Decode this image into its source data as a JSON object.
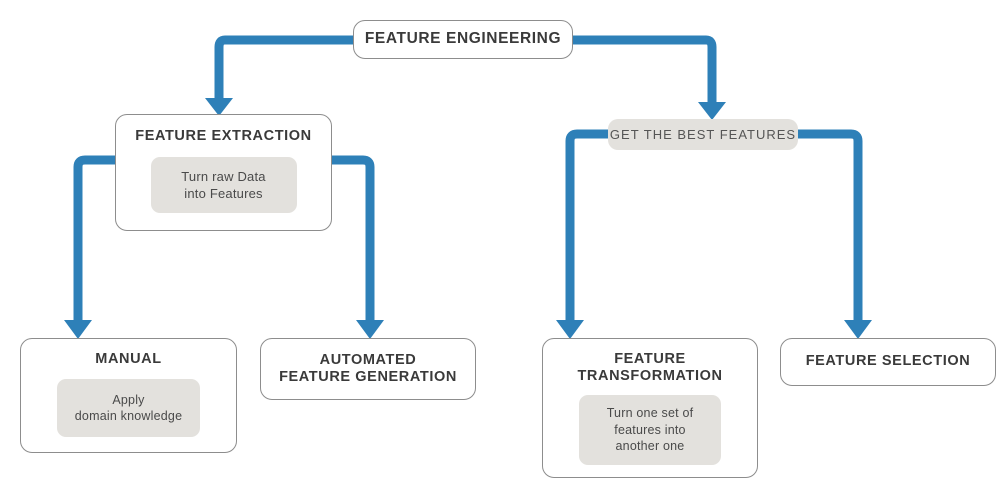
{
  "diagram": {
    "type": "flowchart",
    "orientation": "top-down",
    "colors": {
      "connector_blue": "#2E80B8",
      "sub_box_grey": "#E3E1DD",
      "box_border_grey": "#8D8D8D",
      "text_dark": "#3A3A3A",
      "background": "#FFFFFF"
    },
    "nodes": {
      "root": {
        "title": "FEATURE ENGINEERING",
        "style": "outlined-rounded"
      },
      "extraction": {
        "title": "FEATURE EXTRACTION",
        "description": "Turn raw Data\ninto Features",
        "style": "outlined-rounded"
      },
      "best_features": {
        "title": "GET THE BEST FEATURES",
        "style": "filled-grey-pill"
      },
      "manual": {
        "title": "MANUAL",
        "description": "Apply\ndomain knowledge",
        "style": "outlined-rounded"
      },
      "automated": {
        "title": "AUTOMATED\nFEATURE GENERATION",
        "style": "outlined-rounded"
      },
      "transformation": {
        "title": "FEATURE\nTRANSFORMATION",
        "description": "Turn one set of\nfeatures into\nanother one",
        "style": "outlined-rounded"
      },
      "selection": {
        "title": "FEATURE SELECTION",
        "style": "outlined-rounded"
      }
    },
    "edges": [
      {
        "from": "root",
        "to": "extraction",
        "label": ""
      },
      {
        "from": "root",
        "to": "best_features",
        "label": ""
      },
      {
        "from": "extraction",
        "to": "manual",
        "label": ""
      },
      {
        "from": "extraction",
        "to": "automated",
        "label": ""
      },
      {
        "from": "best_features",
        "to": "transformation",
        "label": ""
      },
      {
        "from": "best_features",
        "to": "selection",
        "label": ""
      }
    ]
  }
}
